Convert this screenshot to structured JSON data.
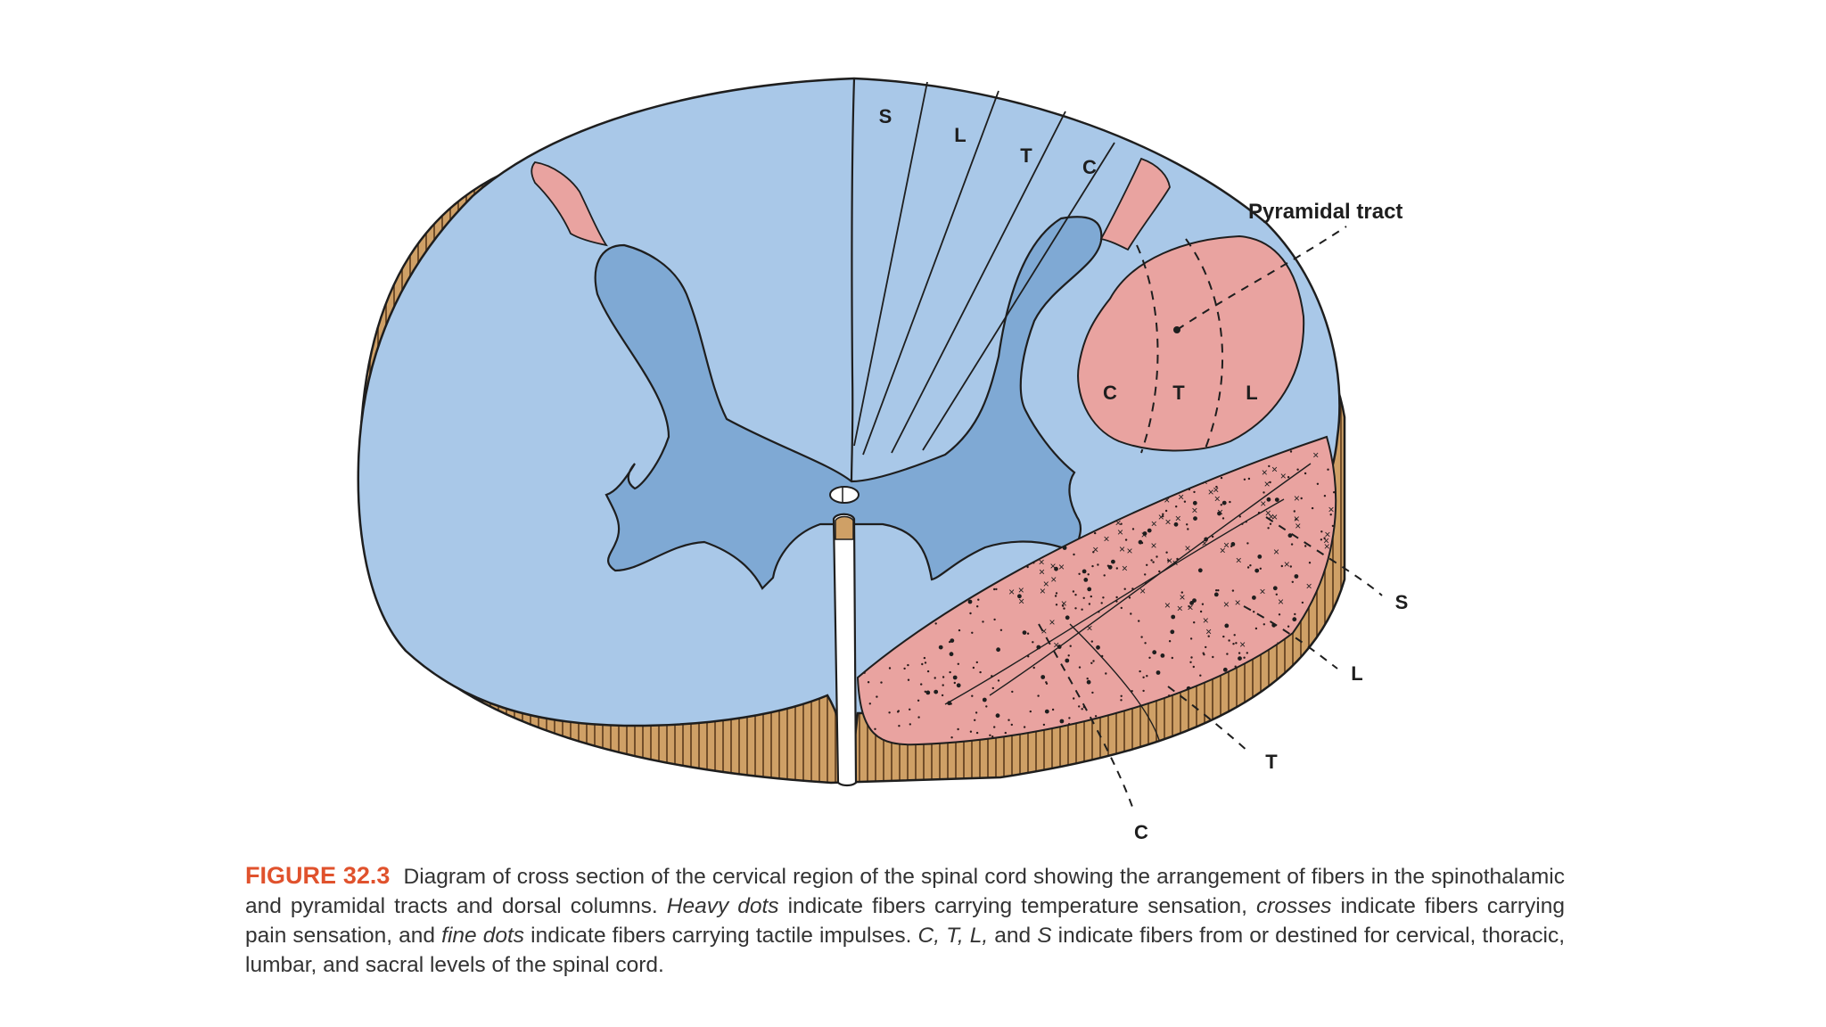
{
  "colors": {
    "white_matter": "#a9c8e8",
    "gray_matter": "#7fa9d4",
    "tract_pink": "#e9a3a0",
    "cut_edge": "#c9985a",
    "caption_accent": "#e0522d",
    "outline": "#1e1e1e"
  },
  "dorsal_columns": {
    "labels": [
      "S",
      "L",
      "T",
      "C"
    ]
  },
  "pyramidal_tract": {
    "title": "Pyramidal tract",
    "labels": [
      "C",
      "T",
      "L"
    ]
  },
  "spinothalamic_tract": {
    "labels": [
      "S",
      "L",
      "T",
      "C"
    ]
  },
  "caption": {
    "figure_number": "FIGURE 32.3",
    "text_1": "Diagram of cross section of the cervical region of the spinal cord showing the arrangement of fibers in the spinotha­lamic and pyramidal tracts and dorsal columns.",
    "heavy_dots": "Heavy dots",
    "text_2": "indicate fibers carrying temperature sensation,",
    "crosses": "crosses",
    "text_3": "indicate fibers carrying pain sensation, and",
    "fine_dots": "fine dots",
    "text_4": "indicate fibers carrying tactile impulses.",
    "letters": "C, T, L,",
    "text_5": "and",
    "letter_s": "S",
    "text_6": "indicate fibers from or destined for cervical, thoracic, lumbar, and sacral levels of the spinal cord."
  }
}
